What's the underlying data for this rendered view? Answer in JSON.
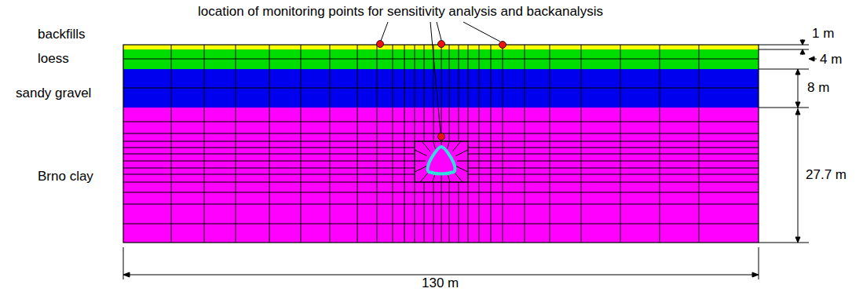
{
  "diagram": {
    "labels": [
      "location of monitoring points for sensitivity analysis and backanalysis",
      "backfills",
      "loess",
      "sandy gravel",
      "Brno clay",
      "1 m",
      "4 m",
      "8 m",
      "27.7 m",
      "130 m"
    ]
  }
}
